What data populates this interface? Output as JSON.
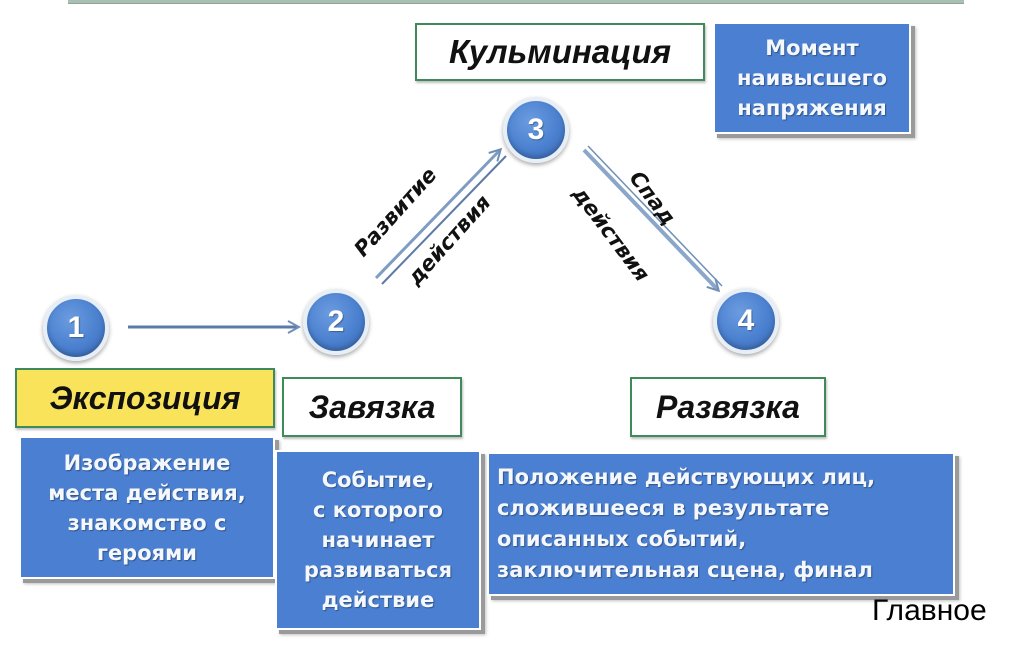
{
  "diagram": {
    "title_hint": "Plot structure",
    "colors": {
      "circle_fill": "#4a80cf",
      "desc_fill": "#4a7fd1",
      "label_border": "#3f8a5a",
      "exposition_highlight": "#f8e35a",
      "arrow": "#6f8fb8"
    },
    "nodes": [
      {
        "number": "1",
        "label": "Экспозиция",
        "description_lines": [
          "Изображение",
          "места действия,",
          "знакомство с",
          "героями"
        ]
      },
      {
        "number": "2",
        "label": "Завязка",
        "description_lines": [
          "Событие,",
          "с которого",
          "начинает",
          "развиваться",
          "действие"
        ]
      },
      {
        "number": "3",
        "label": "Кульминация",
        "description_lines": [
          "Момент",
          "наивысшего",
          "напряжения"
        ]
      },
      {
        "number": "4",
        "label": "Развязка",
        "description_lines": [
          "Положение действующих лиц,",
          "сложившееся в результате",
          "описанных событий,",
          "заключительная сцена, финал"
        ]
      }
    ],
    "edges": [
      {
        "from": "1",
        "to": "2",
        "label_lines": []
      },
      {
        "from": "2",
        "to": "3",
        "label_lines": [
          "Развитие",
          "действия"
        ]
      },
      {
        "from": "3",
        "to": "4",
        "label_lines": [
          "Спад",
          "действия"
        ]
      }
    ]
  },
  "footer": {
    "text": "Главное"
  }
}
